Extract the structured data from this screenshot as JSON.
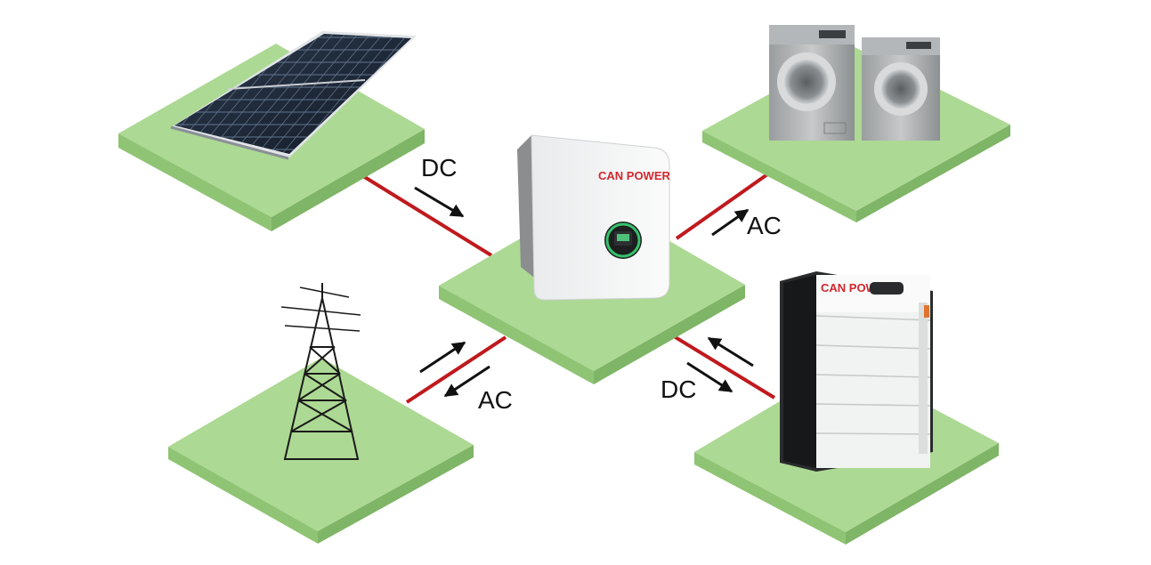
{
  "labels": {
    "solar_to_inverter": "DC",
    "inverter_to_appliances": "AC",
    "grid_inverter": "AC",
    "battery_inverter": "DC"
  },
  "brand": {
    "inverter_logo": "CAN POWER",
    "battery_logo": "CAN POWER"
  },
  "colors": {
    "platform_top": "#acd993",
    "platform_side": "#8fc474",
    "connection_line": "#c0191d",
    "arrow": "#111111",
    "brand_red": "#d2282e"
  }
}
